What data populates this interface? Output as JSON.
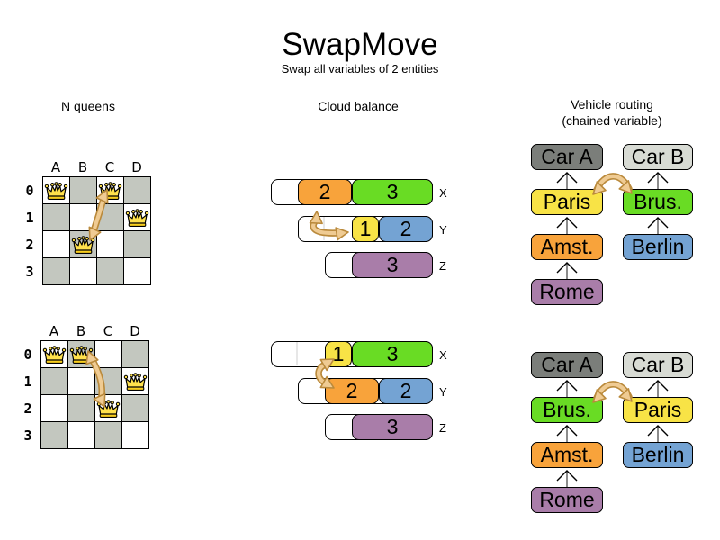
{
  "title": "SwapMove",
  "subtitle": "Swap all variables of 2 entities",
  "columns": [
    {
      "title": "N queens"
    },
    {
      "title": "Cloud balance"
    },
    {
      "title": "Vehicle routing",
      "subtitle": "(chained variable)"
    }
  ],
  "colors": {
    "orange": "#F8A33B",
    "green": "#69DC24",
    "yellow": "#F8E346",
    "blue": "#74A3D3",
    "purple": "#A97DA9",
    "dark_gray": "#7B7E7A",
    "light_gray": "#D8DBD4",
    "board_gray": "#C3C7BF",
    "queen_gold": "#FFE14C",
    "queen_base_gold": "#F8CE1E",
    "arrow_fill": "#EFCB93",
    "arrow_stroke": "#BA8A3C",
    "chain_line": "#666666",
    "ghost_line": "#CFCFCF"
  },
  "nqueens": {
    "col_labels": [
      "A",
      "B",
      "C",
      "D"
    ],
    "row_labels": [
      "0",
      "1",
      "2",
      "3"
    ],
    "boards": [
      {
        "queens": [
          {
            "col": 0,
            "row": 0
          },
          {
            "col": 2,
            "row": 0
          },
          {
            "col": 3,
            "row": 1
          },
          {
            "col": 1,
            "row": 2
          }
        ],
        "swap": {
          "from": "C0",
          "to": "B2"
        }
      },
      {
        "queens": [
          {
            "col": 0,
            "row": 0
          },
          {
            "col": 1,
            "row": 0
          },
          {
            "col": 3,
            "row": 1
          },
          {
            "col": 2,
            "row": 2
          }
        ],
        "swap": {
          "from": "B0",
          "to": "C2"
        }
      }
    ]
  },
  "cloud": {
    "states": [
      {
        "rows": [
          {
            "label": "X",
            "capacity": 6,
            "blocks": [
              {
                "value": 2,
                "color": "orange"
              },
              {
                "value": 3,
                "color": "green"
              }
            ]
          },
          {
            "label": "Y",
            "capacity": 5,
            "blocks": [
              {
                "value": 1,
                "color": "yellow"
              },
              {
                "value": 2,
                "color": "blue"
              }
            ]
          },
          {
            "label": "Z",
            "capacity": 4,
            "blocks": [
              {
                "value": 3,
                "color": "purple"
              }
            ]
          }
        ],
        "swap": {
          "from": "X",
          "to": "Y"
        }
      },
      {
        "rows": [
          {
            "label": "X",
            "capacity": 6,
            "blocks": [
              {
                "value": 1,
                "color": "yellow"
              },
              {
                "value": 3,
                "color": "green"
              }
            ]
          },
          {
            "label": "Y",
            "capacity": 5,
            "blocks": [
              {
                "value": 2,
                "color": "orange"
              },
              {
                "value": 2,
                "color": "blue"
              }
            ]
          },
          {
            "label": "Z",
            "capacity": 4,
            "blocks": [
              {
                "value": 3,
                "color": "purple"
              }
            ]
          }
        ],
        "swap": {
          "from": "X",
          "to": "Y"
        }
      }
    ]
  },
  "routing": {
    "states": [
      {
        "chains": [
          {
            "nodes": [
              {
                "label": "Car A",
                "color": "dark_gray"
              },
              {
                "label": "Paris",
                "color": "yellow"
              },
              {
                "label": "Amst.",
                "color": "orange"
              },
              {
                "label": "Rome",
                "color": "purple"
              }
            ]
          },
          {
            "nodes": [
              {
                "label": "Car B",
                "color": "light_gray"
              },
              {
                "label": "Brus.",
                "color": "green"
              },
              {
                "label": "Berlin",
                "color": "blue"
              }
            ]
          }
        ],
        "swap": {
          "from": "Paris",
          "to": "Brus."
        }
      },
      {
        "chains": [
          {
            "nodes": [
              {
                "label": "Car A",
                "color": "dark_gray"
              },
              {
                "label": "Brus.",
                "color": "green"
              },
              {
                "label": "Amst.",
                "color": "orange"
              },
              {
                "label": "Rome",
                "color": "purple"
              }
            ]
          },
          {
            "nodes": [
              {
                "label": "Car B",
                "color": "light_gray"
              },
              {
                "label": "Paris",
                "color": "yellow"
              },
              {
                "label": "Berlin",
                "color": "blue"
              }
            ]
          }
        ],
        "swap": {
          "from": "Brus.",
          "to": "Paris"
        }
      }
    ]
  }
}
